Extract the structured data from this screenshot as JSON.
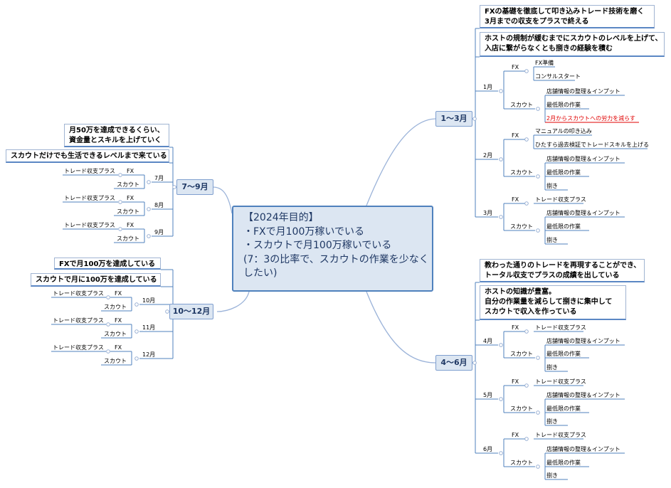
{
  "central": {
    "lines": [
      "【2024年目的】",
      "・FXで月100万稼いでいる",
      "・スカウトで月100万稼いでいる",
      "(7：3の比率で、スカウトの作業を少なく",
      "したい)"
    ]
  },
  "q1": {
    "label": "1～3月",
    "goals": [
      [
        "FXの基礎を徹底して叩き込みトレード技術を磨く",
        "3月までの収支をプラスで終える"
      ],
      [
        "ホストの規制が緩むまでにスカウトのレベルを上げて、",
        "入店に繋がらなくとも捌きの経験を積む"
      ]
    ],
    "months": [
      {
        "label": "1月",
        "fx_label": "FX",
        "fx_items": [
          "FX準備",
          "コンサルスタート"
        ],
        "scout_label": "スカウト",
        "scout_items": [
          "店舗情報の整理＆インプット",
          "最低限の作業",
          "2月からスカウトへの労力を減らす"
        ]
      },
      {
        "label": "2月",
        "fx_label": "FX",
        "fx_items": [
          "マニュアルの叩き込み",
          "ひたすら過去検証でトレードスキルを上げる"
        ],
        "scout_label": "スカウト",
        "scout_items": [
          "店舗情報の整理＆インプット",
          "最低限の作業",
          "捌き"
        ]
      },
      {
        "label": "3月",
        "fx_label": "FX",
        "fx_items": [
          "トレード収支プラス"
        ],
        "scout_label": "スカウト",
        "scout_items": [
          "店舗情報の整理＆インプット",
          "最低限の作業",
          "捌き"
        ]
      }
    ]
  },
  "q2": {
    "label": "4～6月",
    "goals": [
      [
        "教わった通りのトレードを再現することができ、",
        "トータル収支でプラスの成績を出している"
      ],
      [
        "ホストの知識が豊富。",
        "自分の作業量を減らして捌きに集中して",
        "スカウトで収入を作っている"
      ]
    ],
    "months": [
      {
        "label": "4月",
        "fx_label": "FX",
        "fx_items": [
          "トレード収支プラス"
        ],
        "scout_label": "スカウト",
        "scout_items": [
          "店舗情報の整理＆インプット",
          "最低限の作業",
          "捌き"
        ]
      },
      {
        "label": "5月",
        "fx_label": "FX",
        "fx_items": [
          "トレード収支プラス"
        ],
        "scout_label": "スカウト",
        "scout_items": [
          "店舗情報の整理＆インプット",
          "最低限の作業",
          "捌き"
        ]
      },
      {
        "label": "6月",
        "fx_label": "FX",
        "fx_items": [
          "トレード収支プラス"
        ],
        "scout_label": "スカウト",
        "scout_items": [
          "店舗情報の整理＆インプット",
          "最低限の作業",
          "捌き"
        ]
      }
    ]
  },
  "q3": {
    "label": "7～9月",
    "goals": [
      [
        "月50万を達成できるくらい、",
        "資金量とスキルを上げていく"
      ],
      [
        "スカウトだけでも生活できるレベルまで来ている"
      ]
    ],
    "months": [
      {
        "label": "7月",
        "fx_label": "FX",
        "fx_item": "トレード収支プラス",
        "scout_label": "スカウト"
      },
      {
        "label": "8月",
        "fx_label": "FX",
        "fx_item": "トレード収支プラス",
        "scout_label": "スカウト"
      },
      {
        "label": "9月",
        "fx_label": "FX",
        "fx_item": "トレード収支プラス",
        "scout_label": "スカウト"
      }
    ]
  },
  "q4": {
    "label": "10～12月",
    "goals": [
      [
        "FXで月100万を達成している"
      ],
      [
        "スカウトで月に100万を達成している"
      ]
    ],
    "months": [
      {
        "label": "10月",
        "fx_label": "FX",
        "fx_item": "トレード収支プラス",
        "scout_label": "スカウト"
      },
      {
        "label": "11月",
        "fx_label": "FX",
        "fx_item": "トレード収支プラス",
        "scout_label": "スカウト"
      },
      {
        "label": "12月",
        "fx_label": "FX",
        "fx_item": "トレード収支プラス",
        "scout_label": "スカウト"
      }
    ]
  },
  "colors": {
    "connector": "#9bb3d9",
    "line": "#4f81bd",
    "red": "#e00000",
    "fill": "#dce6f2",
    "text": "#1f3864"
  }
}
